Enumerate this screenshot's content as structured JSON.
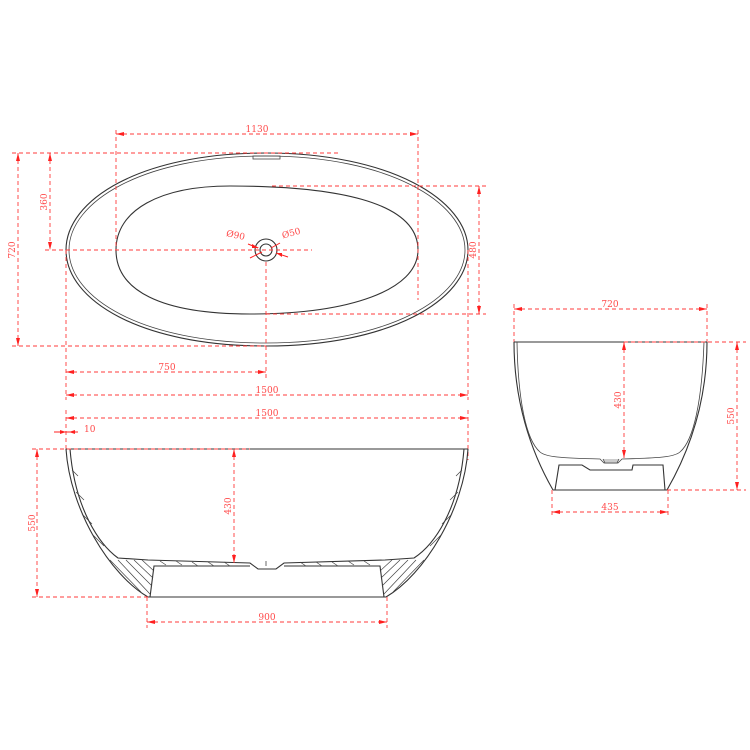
{
  "drawing": {
    "subject": "freestanding-bathtub",
    "line_color": "#333333",
    "dimension_color": "#ff3b3b",
    "units": "mm"
  },
  "top_view": {
    "overall_width_label": "1130",
    "overall_depth_label": "720",
    "half_depth_label": "360",
    "inner_depth_label": "480",
    "drain_outer_diameter_label": "Ø90",
    "drain_inner_diameter_label": "Ø50",
    "drain_offset_label": "750",
    "length_label": "1500"
  },
  "side_view": {
    "length_label": "1500",
    "rim_thickness_label": "10",
    "height_label": "550",
    "inner_depth_label": "430",
    "base_length_label": "900"
  },
  "end_view": {
    "width_label": "720",
    "height_label": "550",
    "inner_depth_label": "430",
    "base_width_label": "435"
  }
}
